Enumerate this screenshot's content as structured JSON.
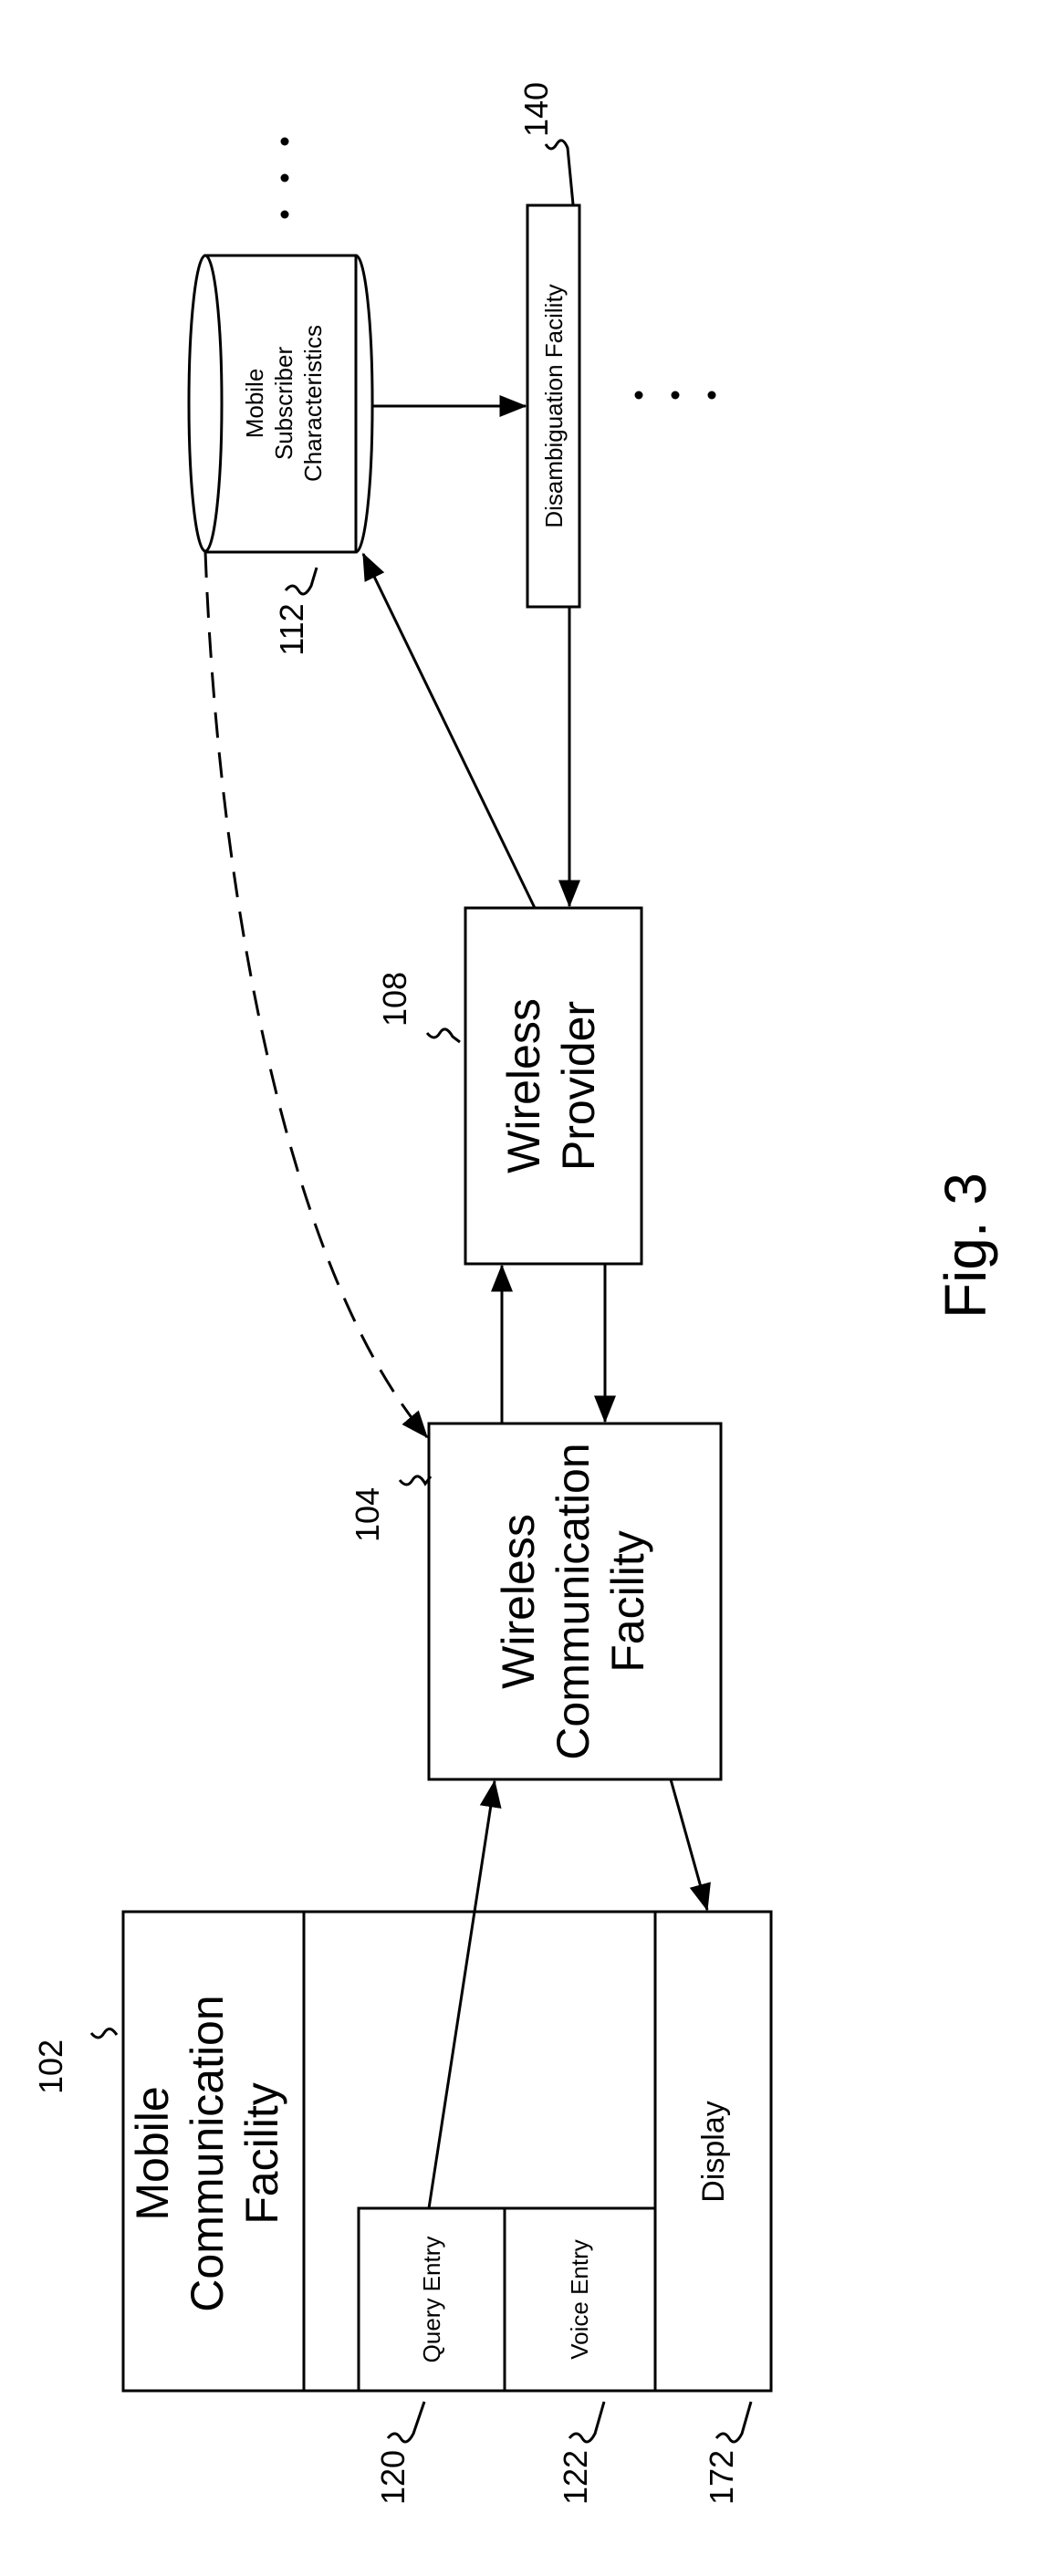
{
  "figure": {
    "caption": "Fig. 3"
  },
  "nodes": {
    "mobile_communication_facility": {
      "ref": "102",
      "line1": "Mobile",
      "line2": "Communication",
      "line3": "Facility"
    },
    "query_entry": {
      "ref": "120",
      "label": "Query Entry"
    },
    "voice_entry": {
      "ref": "122",
      "label": "Voice Entry"
    },
    "display": {
      "ref": "172",
      "label": "Display"
    },
    "wireless_communication_facility": {
      "ref": "104",
      "line1": "Wireless",
      "line2": "Communication",
      "line3": "Facility"
    },
    "wireless_provider": {
      "ref": "108",
      "line1": "Wireless",
      "line2": "Provider"
    },
    "mobile_subscriber_characteristics": {
      "ref": "112",
      "line1": "Mobile",
      "line2": "Subscriber",
      "line3": "Characteristics"
    },
    "disambiguation_facility": {
      "ref": "140",
      "label": "Disambiguation Facility"
    }
  },
  "edges": [
    {
      "from": "query_entry",
      "to": "wireless_communication_facility",
      "style": "solid"
    },
    {
      "from": "wireless_communication_facility",
      "to": "display",
      "style": "solid"
    },
    {
      "from": "wireless_communication_facility",
      "to": "wireless_provider",
      "style": "solid"
    },
    {
      "from": "wireless_provider",
      "to": "wireless_communication_facility",
      "style": "solid"
    },
    {
      "from": "wireless_provider",
      "to": "mobile_subscriber_characteristics",
      "style": "solid"
    },
    {
      "from": "mobile_subscriber_characteristics",
      "to": "disambiguation_facility",
      "style": "solid"
    },
    {
      "from": "disambiguation_facility",
      "to": "wireless_provider",
      "style": "solid"
    },
    {
      "from": "mobile_subscriber_characteristics",
      "to": "wireless_communication_facility",
      "style": "dashed"
    }
  ],
  "ellipsis": ". . ."
}
